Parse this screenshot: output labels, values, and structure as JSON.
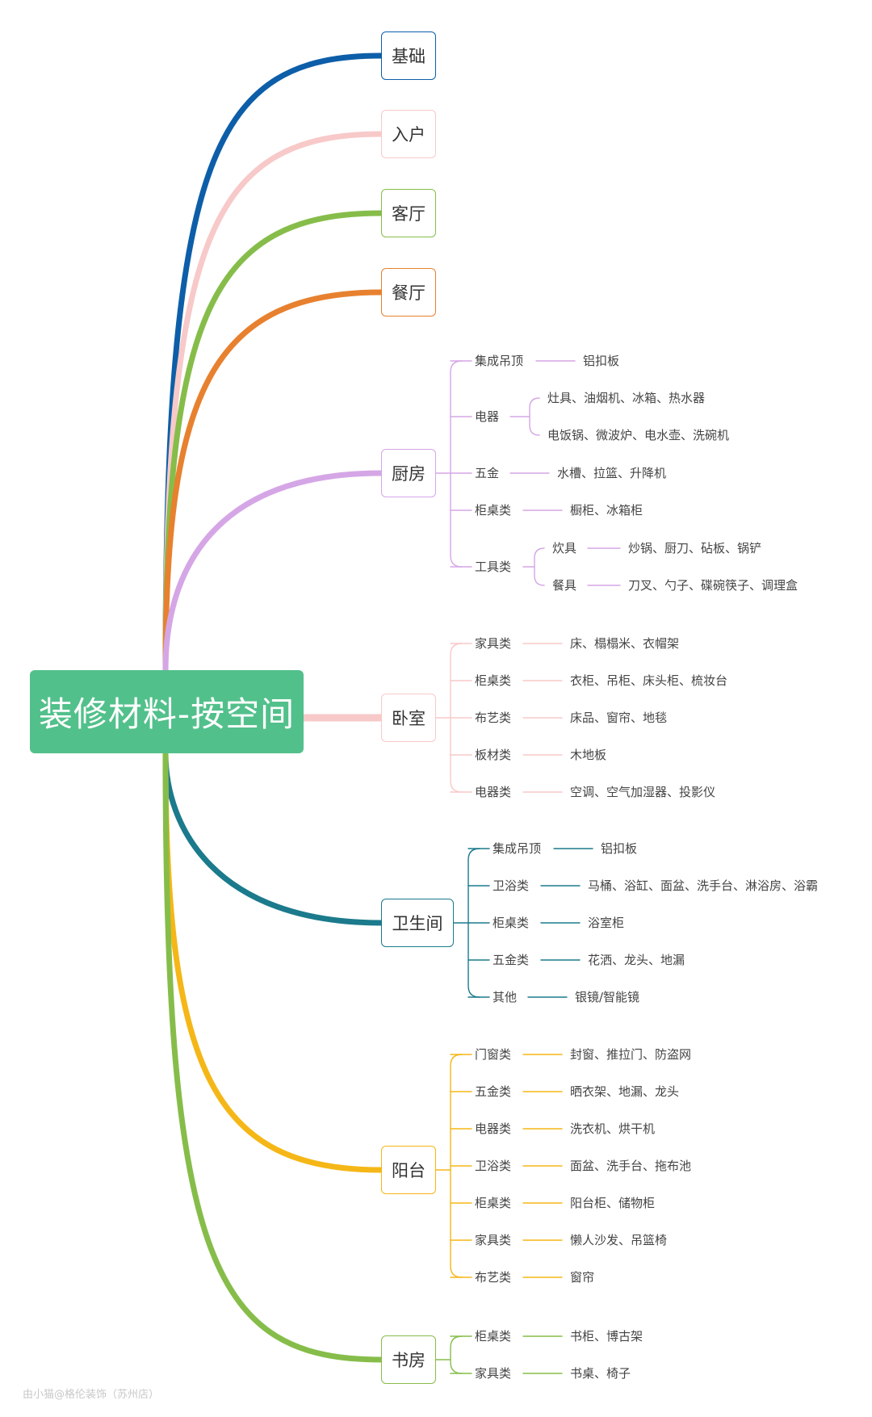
{
  "title": "装修材料-按空间",
  "colors": {
    "root": "#52c08b",
    "jichu": "#0d5ea8",
    "ruhu": "#f8c9c9",
    "keting": "#86bd4a",
    "canting": "#e7812f",
    "chufang": "#d5a6e6",
    "woshi": "#f8c9c9",
    "weishengjian": "#1b7a8c",
    "yangtai": "#f5b717",
    "shufang": "#86bd4a"
  },
  "branches": [
    {
      "label": "基础",
      "color": "jichu",
      "children": []
    },
    {
      "label": "入户",
      "color": "ruhu",
      "children": []
    },
    {
      "label": "客厅",
      "color": "keting",
      "children": []
    },
    {
      "label": "餐厅",
      "color": "canting",
      "children": []
    },
    {
      "label": "厨房",
      "color": "chufang",
      "children": [
        {
          "label": "集成吊顶",
          "items": [
            "铝扣板"
          ]
        },
        {
          "label": "电器",
          "items": [
            "灶具、油烟机、冰箱、热水器",
            "电饭锅、微波炉、电水壶、洗碗机"
          ]
        },
        {
          "label": "五金",
          "items": [
            "水槽、拉篮、升降机"
          ]
        },
        {
          "label": "柜桌类",
          "items": [
            "橱柜、冰箱柜"
          ]
        },
        {
          "label": "工具类",
          "sub": [
            {
              "label": "炊具",
              "value": "炒锅、厨刀、砧板、锅铲"
            },
            {
              "label": "餐具",
              "value": "刀叉、勺子、碟碗筷子、调理盒"
            }
          ]
        }
      ]
    },
    {
      "label": "卧室",
      "color": "woshi",
      "children": [
        {
          "label": "家具类",
          "items": [
            "床、榻榻米、衣帽架"
          ]
        },
        {
          "label": "柜桌类",
          "items": [
            "衣柜、吊柜、床头柜、梳妆台"
          ]
        },
        {
          "label": "布艺类",
          "items": [
            "床品、窗帘、地毯"
          ]
        },
        {
          "label": "板材类",
          "items": [
            "木地板"
          ]
        },
        {
          "label": "电器类",
          "items": [
            "空调、空气加湿器、投影仪"
          ]
        }
      ]
    },
    {
      "label": "卫生间",
      "color": "weishengjian",
      "children": [
        {
          "label": "集成吊顶",
          "items": [
            "铝扣板"
          ]
        },
        {
          "label": "卫浴类",
          "items": [
            "马桶、浴缸、面盆、洗手台、淋浴房、浴霸"
          ]
        },
        {
          "label": "柜桌类",
          "items": [
            "浴室柜"
          ]
        },
        {
          "label": "五金类",
          "items": [
            "花洒、龙头、地漏"
          ]
        },
        {
          "label": "其他",
          "items": [
            "银镜/智能镜"
          ]
        }
      ]
    },
    {
      "label": "阳台",
      "color": "yangtai",
      "children": [
        {
          "label": "门窗类",
          "items": [
            "封窗、推拉门、防盗网"
          ]
        },
        {
          "label": "五金类",
          "items": [
            "晒衣架、地漏、龙头"
          ]
        },
        {
          "label": "电器类",
          "items": [
            "洗衣机、烘干机"
          ]
        },
        {
          "label": "卫浴类",
          "items": [
            "面盆、洗手台、拖布池"
          ]
        },
        {
          "label": "柜桌类",
          "items": [
            "阳台柜、储物柜"
          ]
        },
        {
          "label": "家具类",
          "items": [
            "懒人沙发、吊篮椅"
          ]
        },
        {
          "label": "布艺类",
          "items": [
            "窗帘"
          ]
        }
      ]
    },
    {
      "label": "书房",
      "color": "shufang",
      "children": [
        {
          "label": "柜桌类",
          "items": [
            "书柜、博古架"
          ]
        },
        {
          "label": "家具类",
          "items": [
            "书桌、椅子"
          ]
        }
      ]
    }
  ],
  "watermark": "由小猫@格伦装饰（苏州店）"
}
